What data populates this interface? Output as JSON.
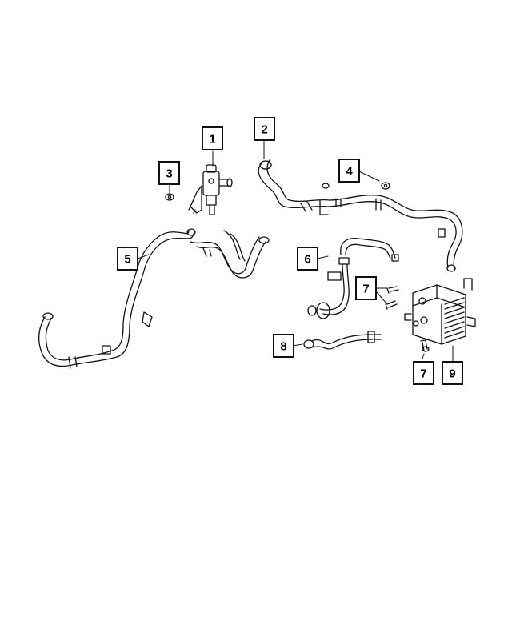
{
  "colors": {
    "line": "#111111",
    "background": "#ffffff",
    "box_fill": "#ffffff"
  },
  "callouts": [
    {
      "id": "c1",
      "label": "1"
    },
    {
      "id": "c2",
      "label": "2"
    },
    {
      "id": "c3",
      "label": "3"
    },
    {
      "id": "c4",
      "label": "4"
    },
    {
      "id": "c5",
      "label": "5"
    },
    {
      "id": "c6",
      "label": "6"
    },
    {
      "id": "c7a",
      "label": "7"
    },
    {
      "id": "c8",
      "label": "8"
    },
    {
      "id": "c7b",
      "label": "7"
    },
    {
      "id": "c9",
      "label": "9"
    }
  ],
  "parts": [
    {
      "name": "heater-control-valve-icon"
    },
    {
      "name": "heater-hose-supply-icon"
    },
    {
      "name": "nut-icon"
    },
    {
      "name": "clip-icon"
    },
    {
      "name": "heater-hose-return-icon"
    },
    {
      "name": "cooler-hose-icon"
    },
    {
      "name": "bolt-icon"
    },
    {
      "name": "coolant-tube-icon"
    },
    {
      "name": "oil-cooler-icon"
    }
  ]
}
